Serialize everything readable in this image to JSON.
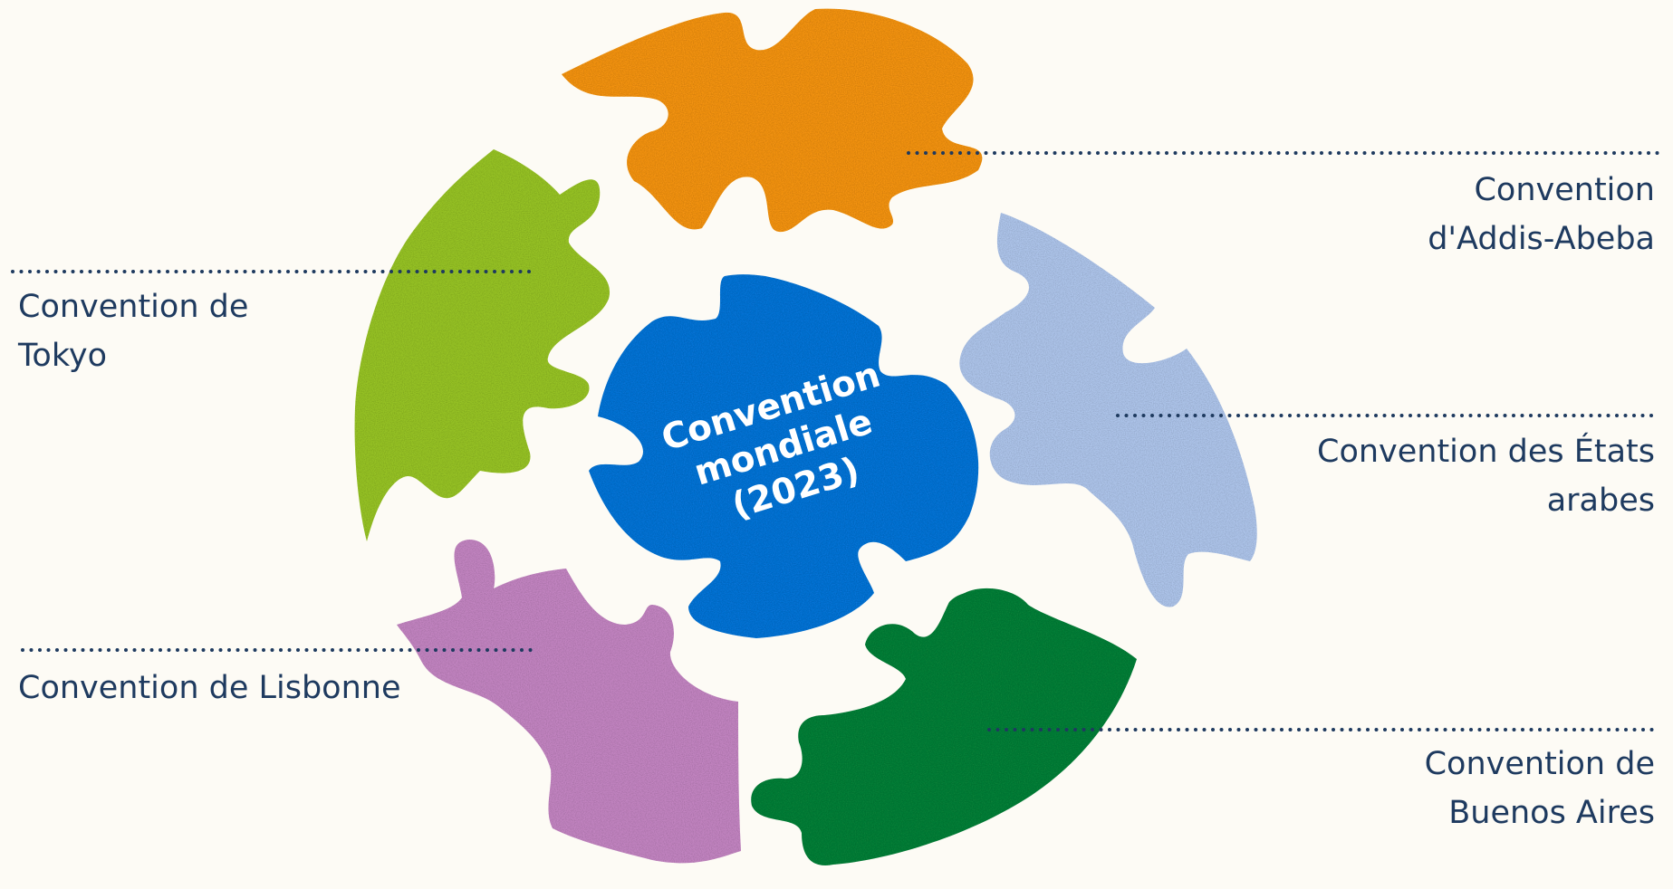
{
  "center": {
    "lines": [
      "Convention",
      "mondiale",
      "(2023)"
    ]
  },
  "labels": {
    "tokyo": [
      "Convention de",
      "Tokyo"
    ],
    "lisbonne": [
      "Convention de Lisbonne"
    ],
    "addis": [
      "Convention",
      "d'Addis-Abeba"
    ],
    "arabes": [
      "Convention des États",
      "arabes"
    ],
    "buenos": [
      "Convention de",
      "Buenos Aires"
    ]
  },
  "colors": {
    "background": "#fdfbf5",
    "center": "#0a73d6",
    "orange": "#f39313",
    "green": "#96c226",
    "light_blue": "#adc4ea",
    "purple": "#c284c1",
    "dark_green": "#087f38",
    "text": "#1e3a5f",
    "leader": "#1e3a5f"
  },
  "pieces": [
    {
      "id": "addis",
      "color_key": "orange"
    },
    {
      "id": "tokyo",
      "color_key": "green"
    },
    {
      "id": "arabes",
      "color_key": "light_blue"
    },
    {
      "id": "lisbonne",
      "color_key": "purple"
    },
    {
      "id": "buenos",
      "color_key": "dark_green"
    }
  ]
}
